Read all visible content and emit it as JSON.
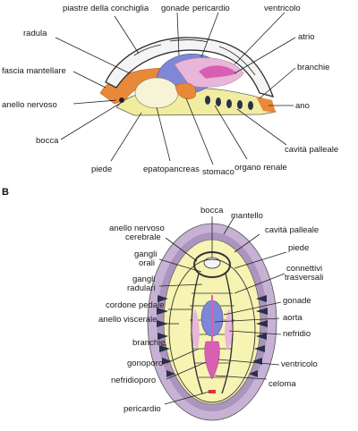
{
  "section_b": "B",
  "diagram_a": {
    "labels": {
      "piastre": "piastre della conchiglia",
      "gonade": "gonade",
      "pericardio": "pericardio",
      "ventricolo": "ventricolo",
      "atrio": "atrio",
      "radula": "radula",
      "branchie": "branchie",
      "fascia": "fascia mantellare",
      "anello": "anello nervoso",
      "ano": "ano",
      "bocca": "bocca",
      "cavita": "cavità palleale",
      "piede": "piede",
      "epatopancreas": "epatopancreas",
      "stomaco": "stomaco",
      "organo": "organo renale"
    }
  },
  "diagram_b": {
    "labels": {
      "bocca": "bocca",
      "mantello": "mantello",
      "anello1": "anello nervoso",
      "anello2": "cerebrale",
      "cavita": "cavità palleale",
      "gangli_orali1": "gangli",
      "gangli_orali2": "orali",
      "piede": "piede",
      "connettivi1": "connettivi",
      "connettivi2": "trasversali",
      "gangli_rad1": "gangli",
      "gangli_rad2": "radulari",
      "gonade": "gonade",
      "cordone": "cordone pedale",
      "aorta": "aorta",
      "anello_visc": "anello viscerale",
      "nefridio": "nefridio",
      "branchie": "branchie",
      "gonoporo": "gonoporo",
      "ventricolo": "ventricolo",
      "nefridioporo": "nefridioporo",
      "celoma": "celoma",
      "pericardio": "pericardio"
    }
  },
  "colors": {
    "shell": "#2e2e2e",
    "mantle_orange": "#e8893a",
    "foot_yellow": "#f1eda0",
    "gonad_blue": "#7f88d6",
    "pericardium_pink": "#e7b6d8",
    "atrium_magenta": "#d85fb2",
    "oval_outer": "#c7b2d6",
    "oval_inner": "#f6f3b3",
    "gills": "#2a2f4a"
  }
}
